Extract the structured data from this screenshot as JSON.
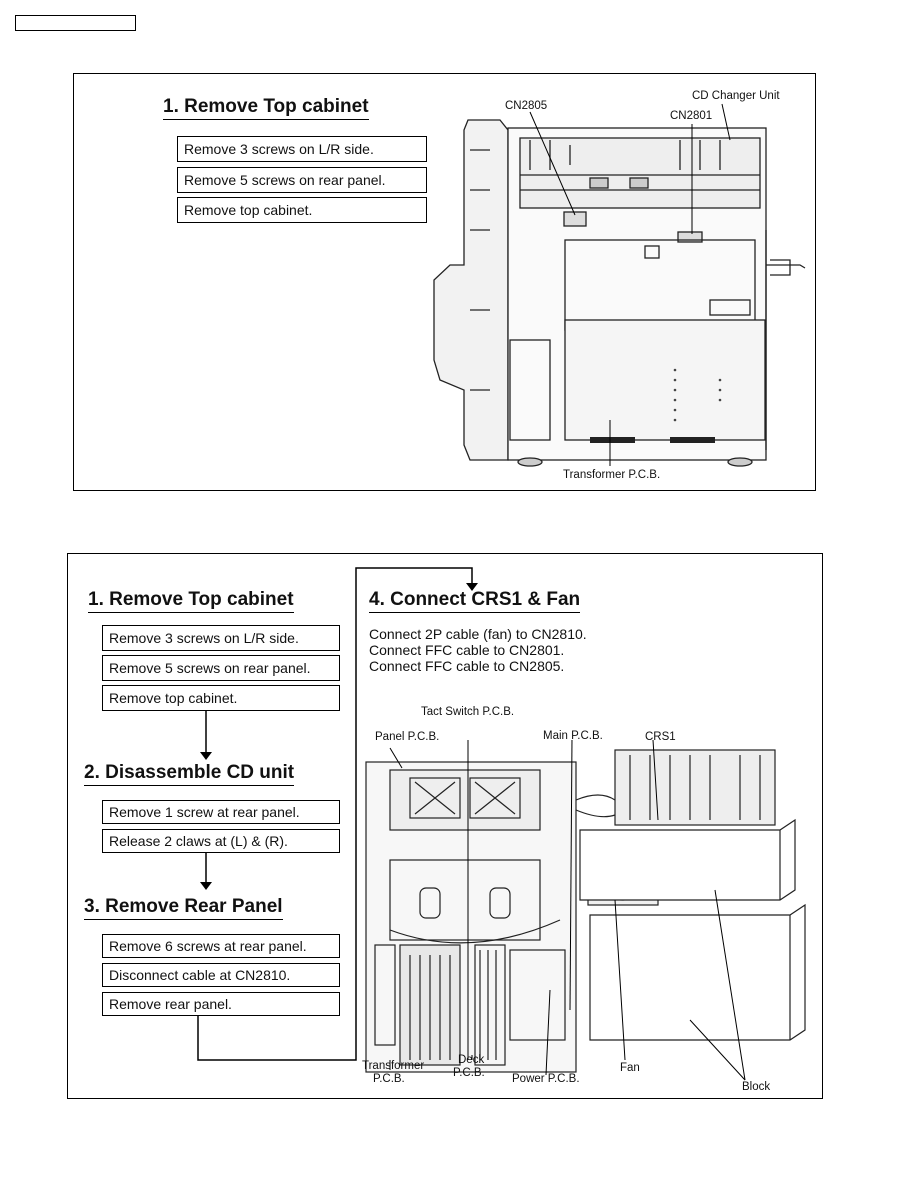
{
  "top_panel": {
    "title": "1. Remove Top cabinet",
    "steps": [
      "Remove 3 screws on L/R side.",
      "Remove 5 screws on rear panel.",
      "Remove top cabinet."
    ],
    "labels": {
      "cn2805": "CN2805",
      "cd_changer": "CD Changer Unit",
      "cn2801": "CN2801",
      "transformer": "Transformer P.C.B."
    }
  },
  "bottom_panel": {
    "step1": {
      "title": "1. Remove Top cabinet",
      "steps": [
        "Remove 3 screws on L/R side.",
        "Remove 5 screws on rear panel.",
        "Remove top cabinet."
      ]
    },
    "step2": {
      "title": "2. Disassemble CD unit",
      "steps": [
        "Remove 1 screw at rear panel.",
        "Release 2 claws at (L) & (R)."
      ]
    },
    "step3": {
      "title": "3. Remove Rear Panel",
      "steps": [
        "Remove 6 screws at rear panel.",
        "Disconnect cable at CN2810.",
        "Remove rear panel."
      ]
    },
    "step4": {
      "title": "4. Connect CRS1 & Fan",
      "notes": [
        "Connect 2P cable (fan) to CN2810.",
        "Connect FFC cable to CN2801.",
        "Connect FFC cable to CN2805."
      ]
    },
    "labels": {
      "tact_switch": "Tact Switch P.C.B.",
      "panel_pcb": "Panel P.C.B.",
      "main_pcb": "Main P.C.B.",
      "crs1": "CRS1",
      "transformer_1": "Transformer",
      "transformer_2": "P.C.B.",
      "deck_1": "Deck",
      "deck_2": "P.C.B.",
      "power_pcb": "Power P.C.B.",
      "fan": "Fan",
      "block": "Block"
    }
  }
}
